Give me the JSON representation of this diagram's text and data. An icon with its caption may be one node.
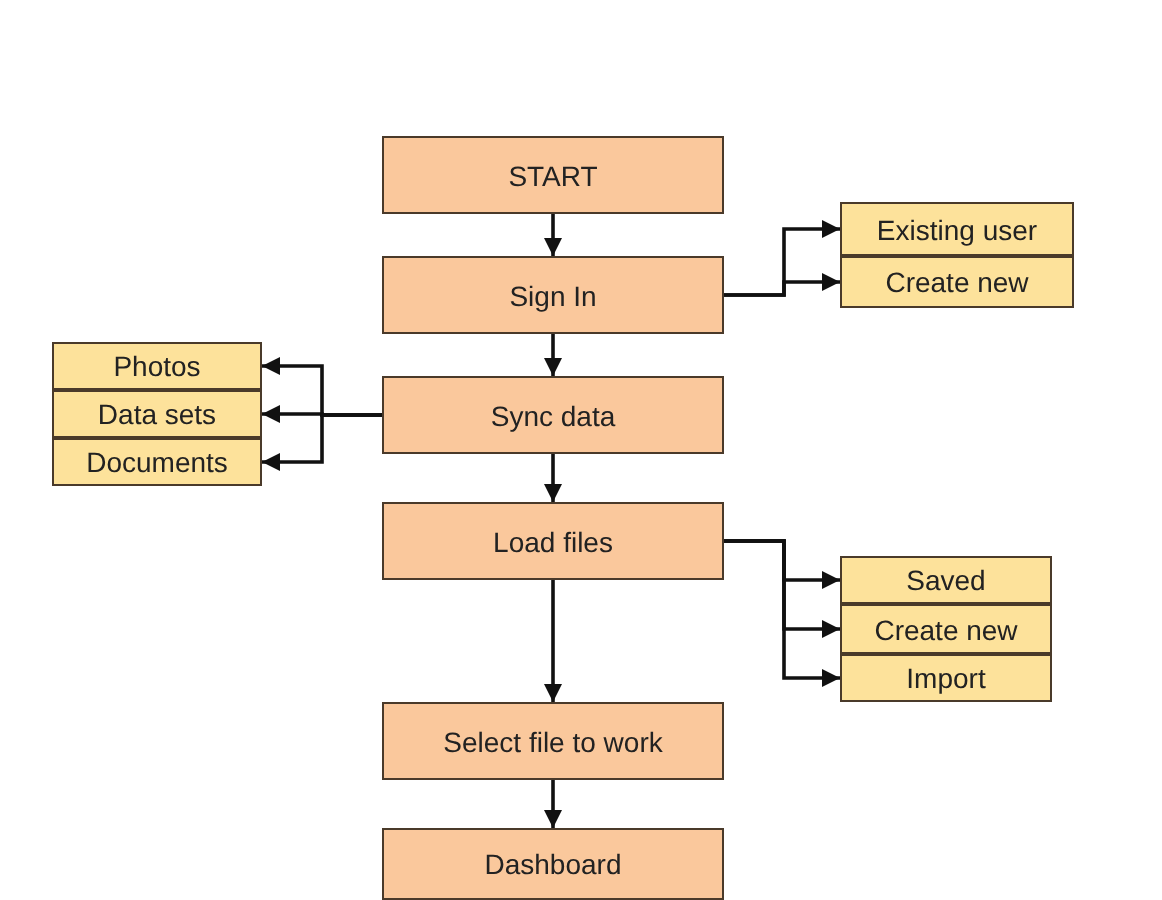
{
  "diagram": {
    "nodes": [
      {
        "text": [
          "START"
        ]
      },
      {
        "text": [
          "Sign In"
        ]
      },
      {
        "text": [
          "Existing user"
        ]
      },
      {
        "text": [
          "Create new"
        ]
      },
      {
        "text": [
          "Photos"
        ]
      },
      {
        "text": [
          "Data sets"
        ]
      },
      {
        "text": [
          "Documents"
        ]
      },
      {
        "text": [
          "Sync data"
        ]
      },
      {
        "text": [
          "Load files"
        ]
      },
      {
        "text": [
          "Saved"
        ]
      },
      {
        "text": [
          "Create new"
        ]
      },
      {
        "text": [
          "Import"
        ]
      },
      {
        "text": [
          "Select file to work"
        ]
      },
      {
        "text": [
          "Dashboard"
        ]
      }
    ],
    "edges": [
      {
        "from": 0,
        "to": 1,
        "arrow": "to"
      },
      {
        "from": 1,
        "to": 2,
        "arrow": "to"
      },
      {
        "from": 1,
        "to": 3,
        "arrow": "to"
      },
      {
        "from": 1,
        "to": 7,
        "arrow": "to"
      },
      {
        "from": 7,
        "to": 4,
        "arrow": "to"
      },
      {
        "from": 7,
        "to": 5,
        "arrow": "to"
      },
      {
        "from": 7,
        "to": 6,
        "arrow": "to"
      },
      {
        "from": 7,
        "to": 8,
        "arrow": "to"
      },
      {
        "from": 8,
        "to": 9,
        "arrow": "to"
      },
      {
        "from": 8,
        "to": 10,
        "arrow": "to"
      },
      {
        "from": 8,
        "to": 11,
        "arrow": "to"
      },
      {
        "from": 8,
        "to": 12,
        "arrow": "to"
      },
      {
        "from": 12,
        "to": 13,
        "arrow": "to"
      }
    ]
  }
}
